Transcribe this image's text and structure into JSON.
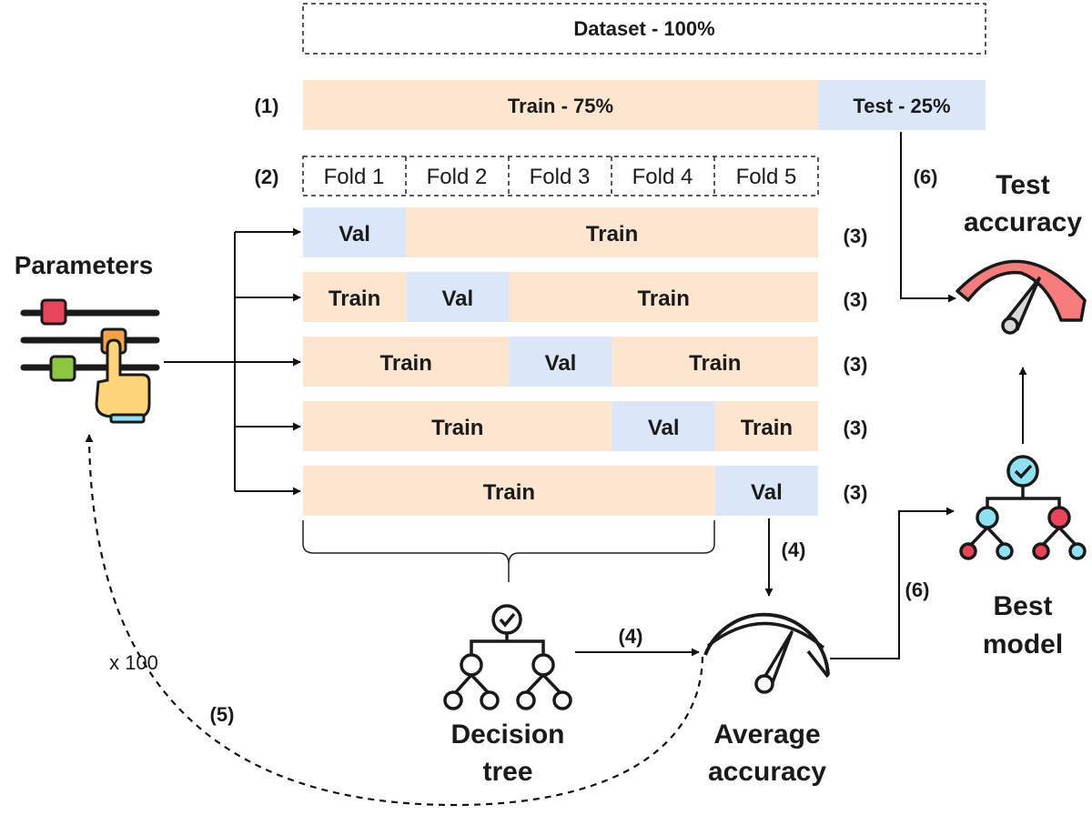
{
  "dataset_label": "Dataset - 100%",
  "split": {
    "train_label": "Train - 75%",
    "test_label": "Test - 25%"
  },
  "steps": {
    "s1": "(1)",
    "s2": "(2)",
    "s3": "(3)",
    "s4": "(4)",
    "s5": "(5)",
    "s6": "(6)"
  },
  "folds": [
    "Fold 1",
    "Fold 2",
    "Fold 3",
    "Fold 4",
    "Fold 5"
  ],
  "cv_label_train": "Train",
  "cv_label_val": "Val",
  "cv_val_positions": [
    1,
    2,
    3,
    4,
    5
  ],
  "parameters_label": "Parameters",
  "decision_tree_label": [
    "Decision",
    "tree"
  ],
  "average_accuracy_label": [
    "Average",
    "accuracy"
  ],
  "best_model_label": [
    "Best",
    "model"
  ],
  "test_accuracy_label": [
    "Test",
    "accuracy"
  ],
  "repeat_label": "x 100",
  "colors": {
    "train": "#fde5cf",
    "val": "#dbe7f8",
    "gauge_red": "#f47c7c",
    "node_blue": "#8fe0f0",
    "node_red": "#e8445a",
    "icon_orange": "#f4a14a",
    "icon_green": "#8dc63f",
    "hand_yellow": "#fcd57a"
  }
}
